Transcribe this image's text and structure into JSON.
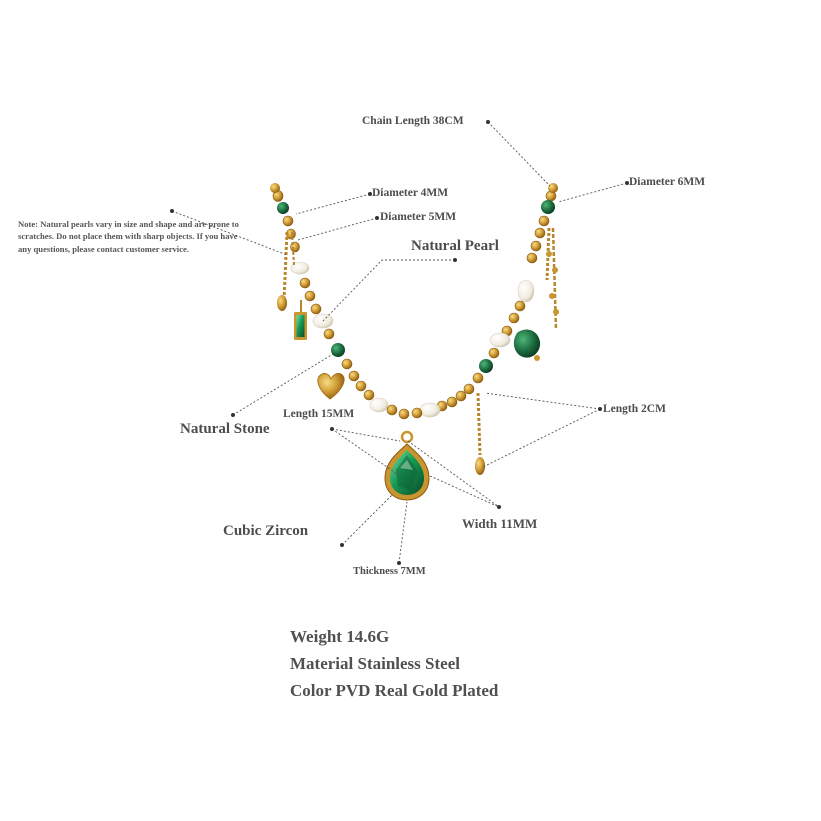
{
  "note": "Note: Natural pearls vary in size and shape and are prone to scratches. Do not place them with sharp objects. If you have any questions, please contact customer service.",
  "labels": {
    "chain_length": "Chain Length 38CM",
    "diameter_4": "Diameter 4MM",
    "diameter_5": "Diameter 5MM",
    "diameter_6": "Diameter 6MM",
    "natural_pearl": "Natural Pearl",
    "natural_stone": "Natural Stone",
    "length_15": "Length 15MM",
    "length_2": "Length 2CM",
    "cubic_zircon": "Cubic Zircon",
    "width_11": "Width 11MM",
    "thickness_7": "Thickness 7MM"
  },
  "specs": {
    "weight": "Weight 14.6G",
    "material": "Material Stainless Steel",
    "color": "Color PVD Real Gold Plated"
  },
  "colors": {
    "gold": "#c9952e",
    "gold_dark": "#9a6a17",
    "green": "#1f7a45",
    "green_dark": "#0f4f2b",
    "pearl": "#f7f3ea",
    "line": "#555555"
  }
}
